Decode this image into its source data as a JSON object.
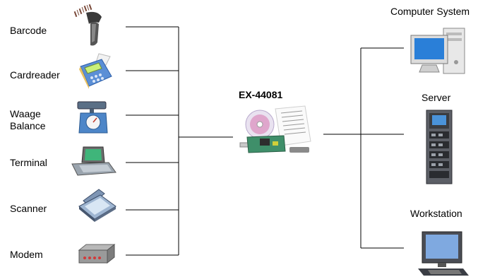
{
  "product": {
    "title": "EX-44081"
  },
  "devices": {
    "barcode": "Barcode",
    "cardreader": "Cardreader",
    "waage_line1": "Waage",
    "waage_line2": "Balance",
    "terminal": "Terminal",
    "scanner": "Scanner",
    "modem": "Modem"
  },
  "hosts": {
    "computer": "Computer System",
    "server": "Server",
    "workstation": "Workstation"
  }
}
